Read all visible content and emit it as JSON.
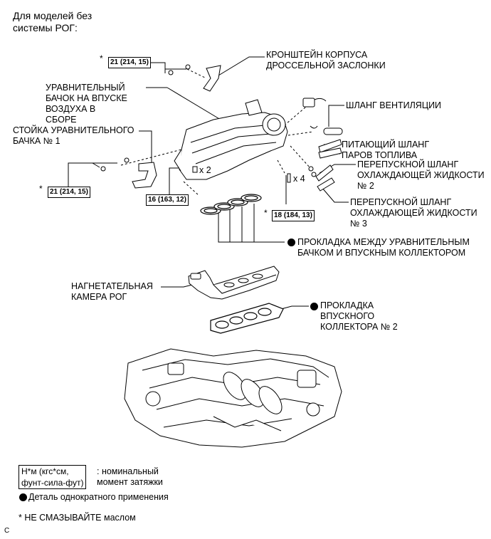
{
  "header": "Для моделей без\nсистемы РОГ:",
  "labels": {
    "bracket_throttle": "КРОНШТЕЙН КОРПУСА\nДРОССЕЛЬНОЙ ЗАСЛОНКИ",
    "surge_tank": "УРАВНИТЕЛЬНЫЙ\nБАЧОК НА ВПУСКЕ\nВОЗДУХА В\nСБОРЕ",
    "surge_tank_stay": "СТОЙКА УРАВНИТЕЛЬНОГО\nБАЧКА № 1",
    "vent_hose": "ШЛАНГ ВЕНТИЛЯЦИИ",
    "fuel_vapor_hose": "ПИТАЮЩИЙ ШЛАНГ\nПАРОВ ТОПЛИВА",
    "water_bypass_2": "ПЕРЕПУСКНОЙ ШЛАНГ\nОХЛАЖДАЮЩЕЙ ЖИДКОСТИ\n№ 2",
    "water_bypass_3": "ПЕРЕПУСКНОЙ ШЛАНГ\nОХЛАЖДАЮЩЕЙ ЖИДКОСТИ\n№ 3",
    "gasket_surge": "ПРОКЛАДКА МЕЖДУ УРАВНИТЕЛЬНЫМ\nБАЧКОМ И ВПУСКНЫМ КОЛЛЕКТОРОМ",
    "egr_chamber": "НАГНЕТАТЕЛЬНАЯ\nКАМЕРА РОГ",
    "gasket_manifold": "ПРОКЛАДКА\nВПУСКНОГО\nКОЛЛЕКТОРА № 2"
  },
  "torques": {
    "t1": "21 (214, 15)",
    "t2": "21 (214, 15)",
    "t3": "16 (163, 12)",
    "t4": "18 (184, 13)"
  },
  "qty": {
    "q2": "x 2",
    "q4": "x 4"
  },
  "star": "*",
  "legend": {
    "unit_box": "Н*м (кгс*см,\nфунт-сила-фут)",
    "unit_text": ": номинальный\nмомент затяжки",
    "non_reusable": "Деталь однократного применения",
    "no_oil": "* НЕ СМАЗЫВАЙТЕ маслом"
  },
  "figure_code": "C"
}
